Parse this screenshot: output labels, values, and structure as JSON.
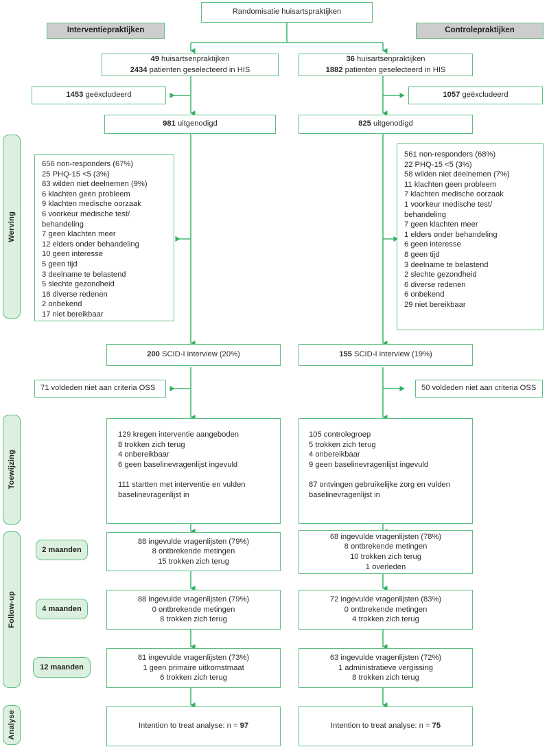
{
  "colors": {
    "stroke": "#43b971",
    "box_border": "#5cbf7f",
    "stage_fill": "#dcf0df",
    "header_fill": "#cdcdcd",
    "text": "#2b2b2b"
  },
  "top": {
    "randomisation": "Randomisatie huisartspraktijken",
    "arm_left_header": "Interventiepraktijken",
    "arm_right_header": "Controlepraktijken"
  },
  "stages": [
    {
      "id": "werving",
      "label": "Werving"
    },
    {
      "id": "toewijzing",
      "label": "Toewijzing"
    },
    {
      "id": "followup",
      "label": "Follow-up"
    },
    {
      "id": "analyse",
      "label": "Analyse"
    }
  ],
  "timepoints": [
    {
      "id": "t2",
      "label": "2 maanden"
    },
    {
      "id": "t4",
      "label": "4 maanden"
    },
    {
      "id": "t12",
      "label": "12 maanden"
    }
  ],
  "intervention": {
    "practices_line1_num": "49",
    "practices_line1_text": " huisartsenpraktijken",
    "practices_line2_num": "2434",
    "practices_line2_text": " patienten geselecteerd in HIS",
    "excluded_num": "1453",
    "excluded_text": " geëxcludeerd",
    "invited_num": "981",
    "invited_text": " uitgenodigd",
    "nonresponse": "656 non-responders (67%)\n25 PHQ-15 <5 (3%)\n83 wilden niet deelnemen (9%)\n   6 klachten geen probleem\n   9 klachten medische oorzaak\n   6 voorkeur medische test/\n      behandeling\n   7 geen klachten meer\n   12 elders onder behandeling\n   10 geen interesse\n   5 geen tijd\n   3 deelname te belastend\n   5 slechte gezondheid\n   18 diverse redenen\n   2 onbekend\n17 niet bereikbaar",
    "scid_num": "200",
    "scid_text": " SCID-I interview (20%)",
    "criteria_text": "71 voldeden niet aan criteria OSS",
    "allocation": "129 kregen interventie aangeboden\n     8 trokken zich terug\n     4 onbereikbaar\n     6 geen baselinevragenlijst ingevuld\n\n111 startten met interventie en vulden\nbaselinevragenlijst in",
    "fu_2m": "88 ingevulde vragenlijsten (79%)\n8 ontbrekende metingen\n15 trokken zich terug",
    "fu_4m": "88 ingevulde vragenlijsten (79%)\n0 ontbrekende metingen\n8 trokken zich terug",
    "fu_12m": "81 ingevulde vragenlijsten (73%)\n1 geen primaire uitkomstmaat\n6 trokken zich terug",
    "itt_prefix": "Intention to treat analyse: n = ",
    "itt_num": "97"
  },
  "control": {
    "practices_line1_num": "36",
    "practices_line1_text": " huisartsenpraktijken",
    "practices_line2_num": "1882",
    "practices_line2_text": " patienten geselecteerd in HIS",
    "excluded_num": "1057",
    "excluded_text": " geëxcludeerd",
    "invited_num": "825",
    "invited_text": " uitgenodigd",
    "nonresponse": "561 non-responders (68%)\n22 PHQ-15 <5 (3%)\n58 wilden niet deelnemen (7%)\n   11 klachten geen probleem\n   7 klachten medische oorzaak\n   1 voorkeur medische test/\n      behandeling\n   7 geen klachten meer\n   1 elders onder behandeling\n   6 geen interesse\n   8 geen tijd\n   3 deelname te belastend\n   2 slechte gezondheid\n   6 diverse redenen\n   6 onbekend\n29 niet bereikbaar",
    "scid_num": "155",
    "scid_text": " SCID-I interview (19%)",
    "criteria_text": "50 voldeden niet aan criteria OSS",
    "allocation": "105 controlegroep\n     5 trokken zich terug\n     4 onbereikbaar\n     9 geen baselinevragenlijst ingevuld\n\n87 ontvingen gebruikelijke zorg en vulden\nbaselinevragenlijst in",
    "fu_2m": "68 ingevulde vragenlijsten (78%)\n8 ontbrekende metingen\n10 trokken zich terug\n1 overleden",
    "fu_4m": "72 ingevulde vragenlijsten (83%)\n0 ontbrekende metingen\n4 trokken zich terug",
    "fu_12m": "63 ingevulde vragenlijsten (72%)\n1 administratieve vergissing\n8 trokken zich terug",
    "itt_prefix": "Intention to treat analyse: n = ",
    "itt_num": "75"
  }
}
